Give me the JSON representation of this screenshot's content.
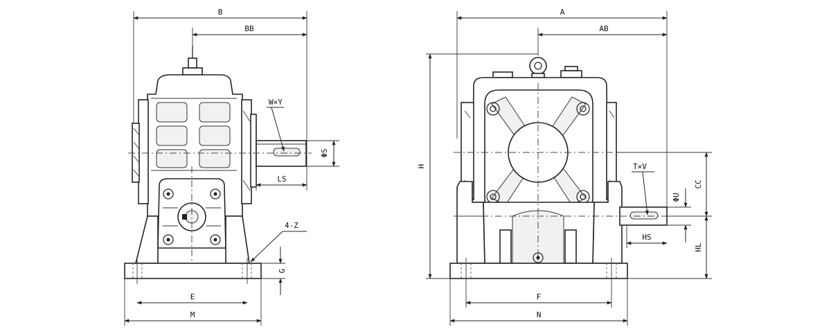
{
  "side_view": {
    "labels": {
      "B": "B",
      "BB": "BB",
      "WxY": "W×Y",
      "PhiS": "ΦS",
      "LS": "LS",
      "Z4": "4-Z",
      "G": "G",
      "E": "E",
      "M": "M"
    }
  },
  "front_view": {
    "labels": {
      "A": "A",
      "AB": "AB",
      "H": "H",
      "TxV": "T×V",
      "PhiU": "ΦU",
      "CC": "CC",
      "HS": "HS",
      "HL": "HL",
      "F": "F",
      "N": "N"
    }
  }
}
